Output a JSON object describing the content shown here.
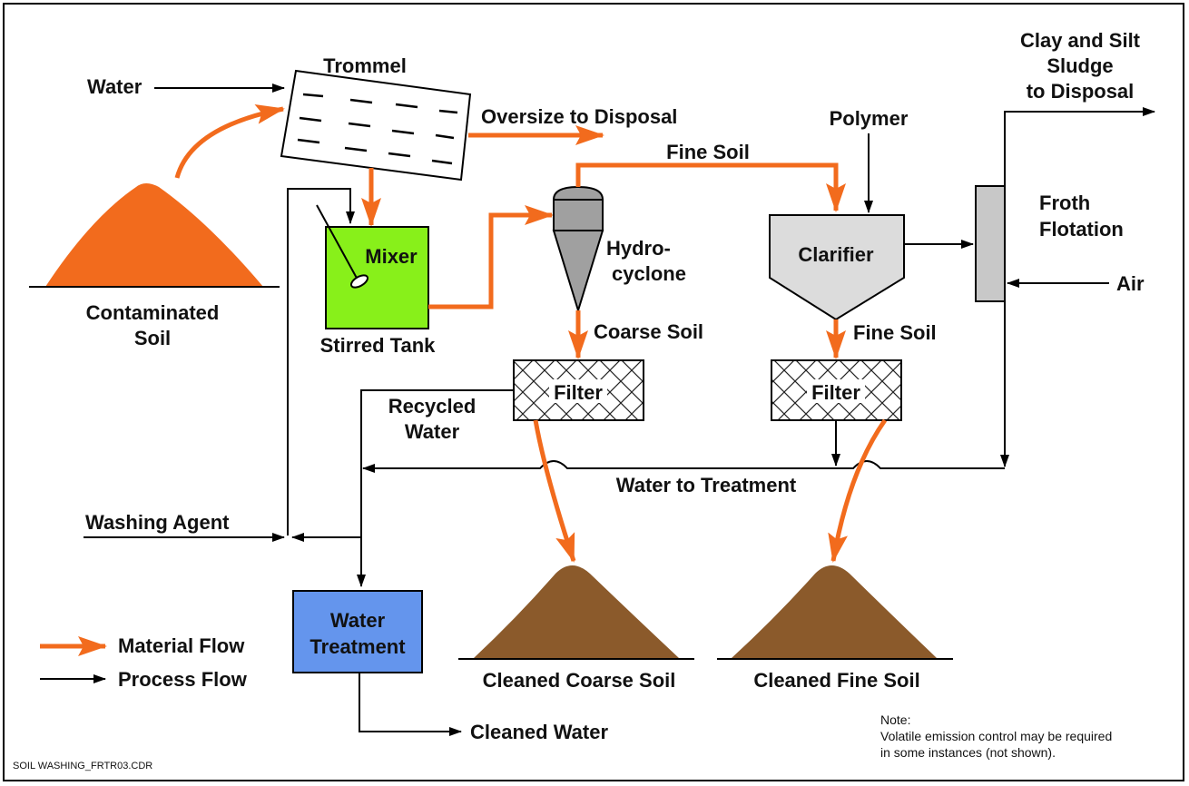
{
  "colors": {
    "material_flow": "#f26b1d",
    "process_flow": "#000000",
    "soil_contaminated": "#f26b1d",
    "soil_cleaned": "#8b5a2b",
    "mixer_fill": "#88f01a",
    "water_treatment_fill": "#6495ed",
    "clarifier_fill": "#dcdcdc",
    "froth_fill": "#c8c8c8",
    "hydrocyclone_fill": "#a0a0a0"
  },
  "labels": {
    "water_in": "Water",
    "trommel": "Trommel",
    "oversize": "Oversize to Disposal",
    "fine_soil_top": "Fine Soil",
    "polymer": "Polymer",
    "clay_silt": [
      "Clay and Silt",
      "Sludge",
      "to Disposal"
    ],
    "froth_flotation": [
      "Froth",
      "Flotation"
    ],
    "air": "Air",
    "mixer": "Mixer",
    "stirred_tank": "Stirred Tank",
    "hydrocyclone": [
      "Hydro-",
      "cyclone"
    ],
    "clarifier": "Clarifier",
    "contaminated_soil": [
      "Contaminated",
      "Soil"
    ],
    "coarse_soil": "Coarse Soil",
    "fine_soil_mid": "Fine Soil",
    "filter_1": "Filter",
    "filter_2": "Filter",
    "recycled_water": [
      "Recycled",
      "Water"
    ],
    "water_to_treatment": "Water to Treatment",
    "washing_agent": "Washing Agent",
    "water_treatment": [
      "Water",
      "Treatment"
    ],
    "cleaned_coarse_soil": "Cleaned Coarse Soil",
    "cleaned_fine_soil": "Cleaned Fine Soil",
    "cleaned_water": "Cleaned Water"
  },
  "legend": {
    "material_flow": "Material Flow",
    "process_flow": "Process Flow"
  },
  "note": {
    "title": "Note:",
    "lines": [
      "Volatile emission control may be required",
      "in some instances (not shown)."
    ]
  },
  "file_name": "SOIL WASHING_FRTR03.CDR"
}
